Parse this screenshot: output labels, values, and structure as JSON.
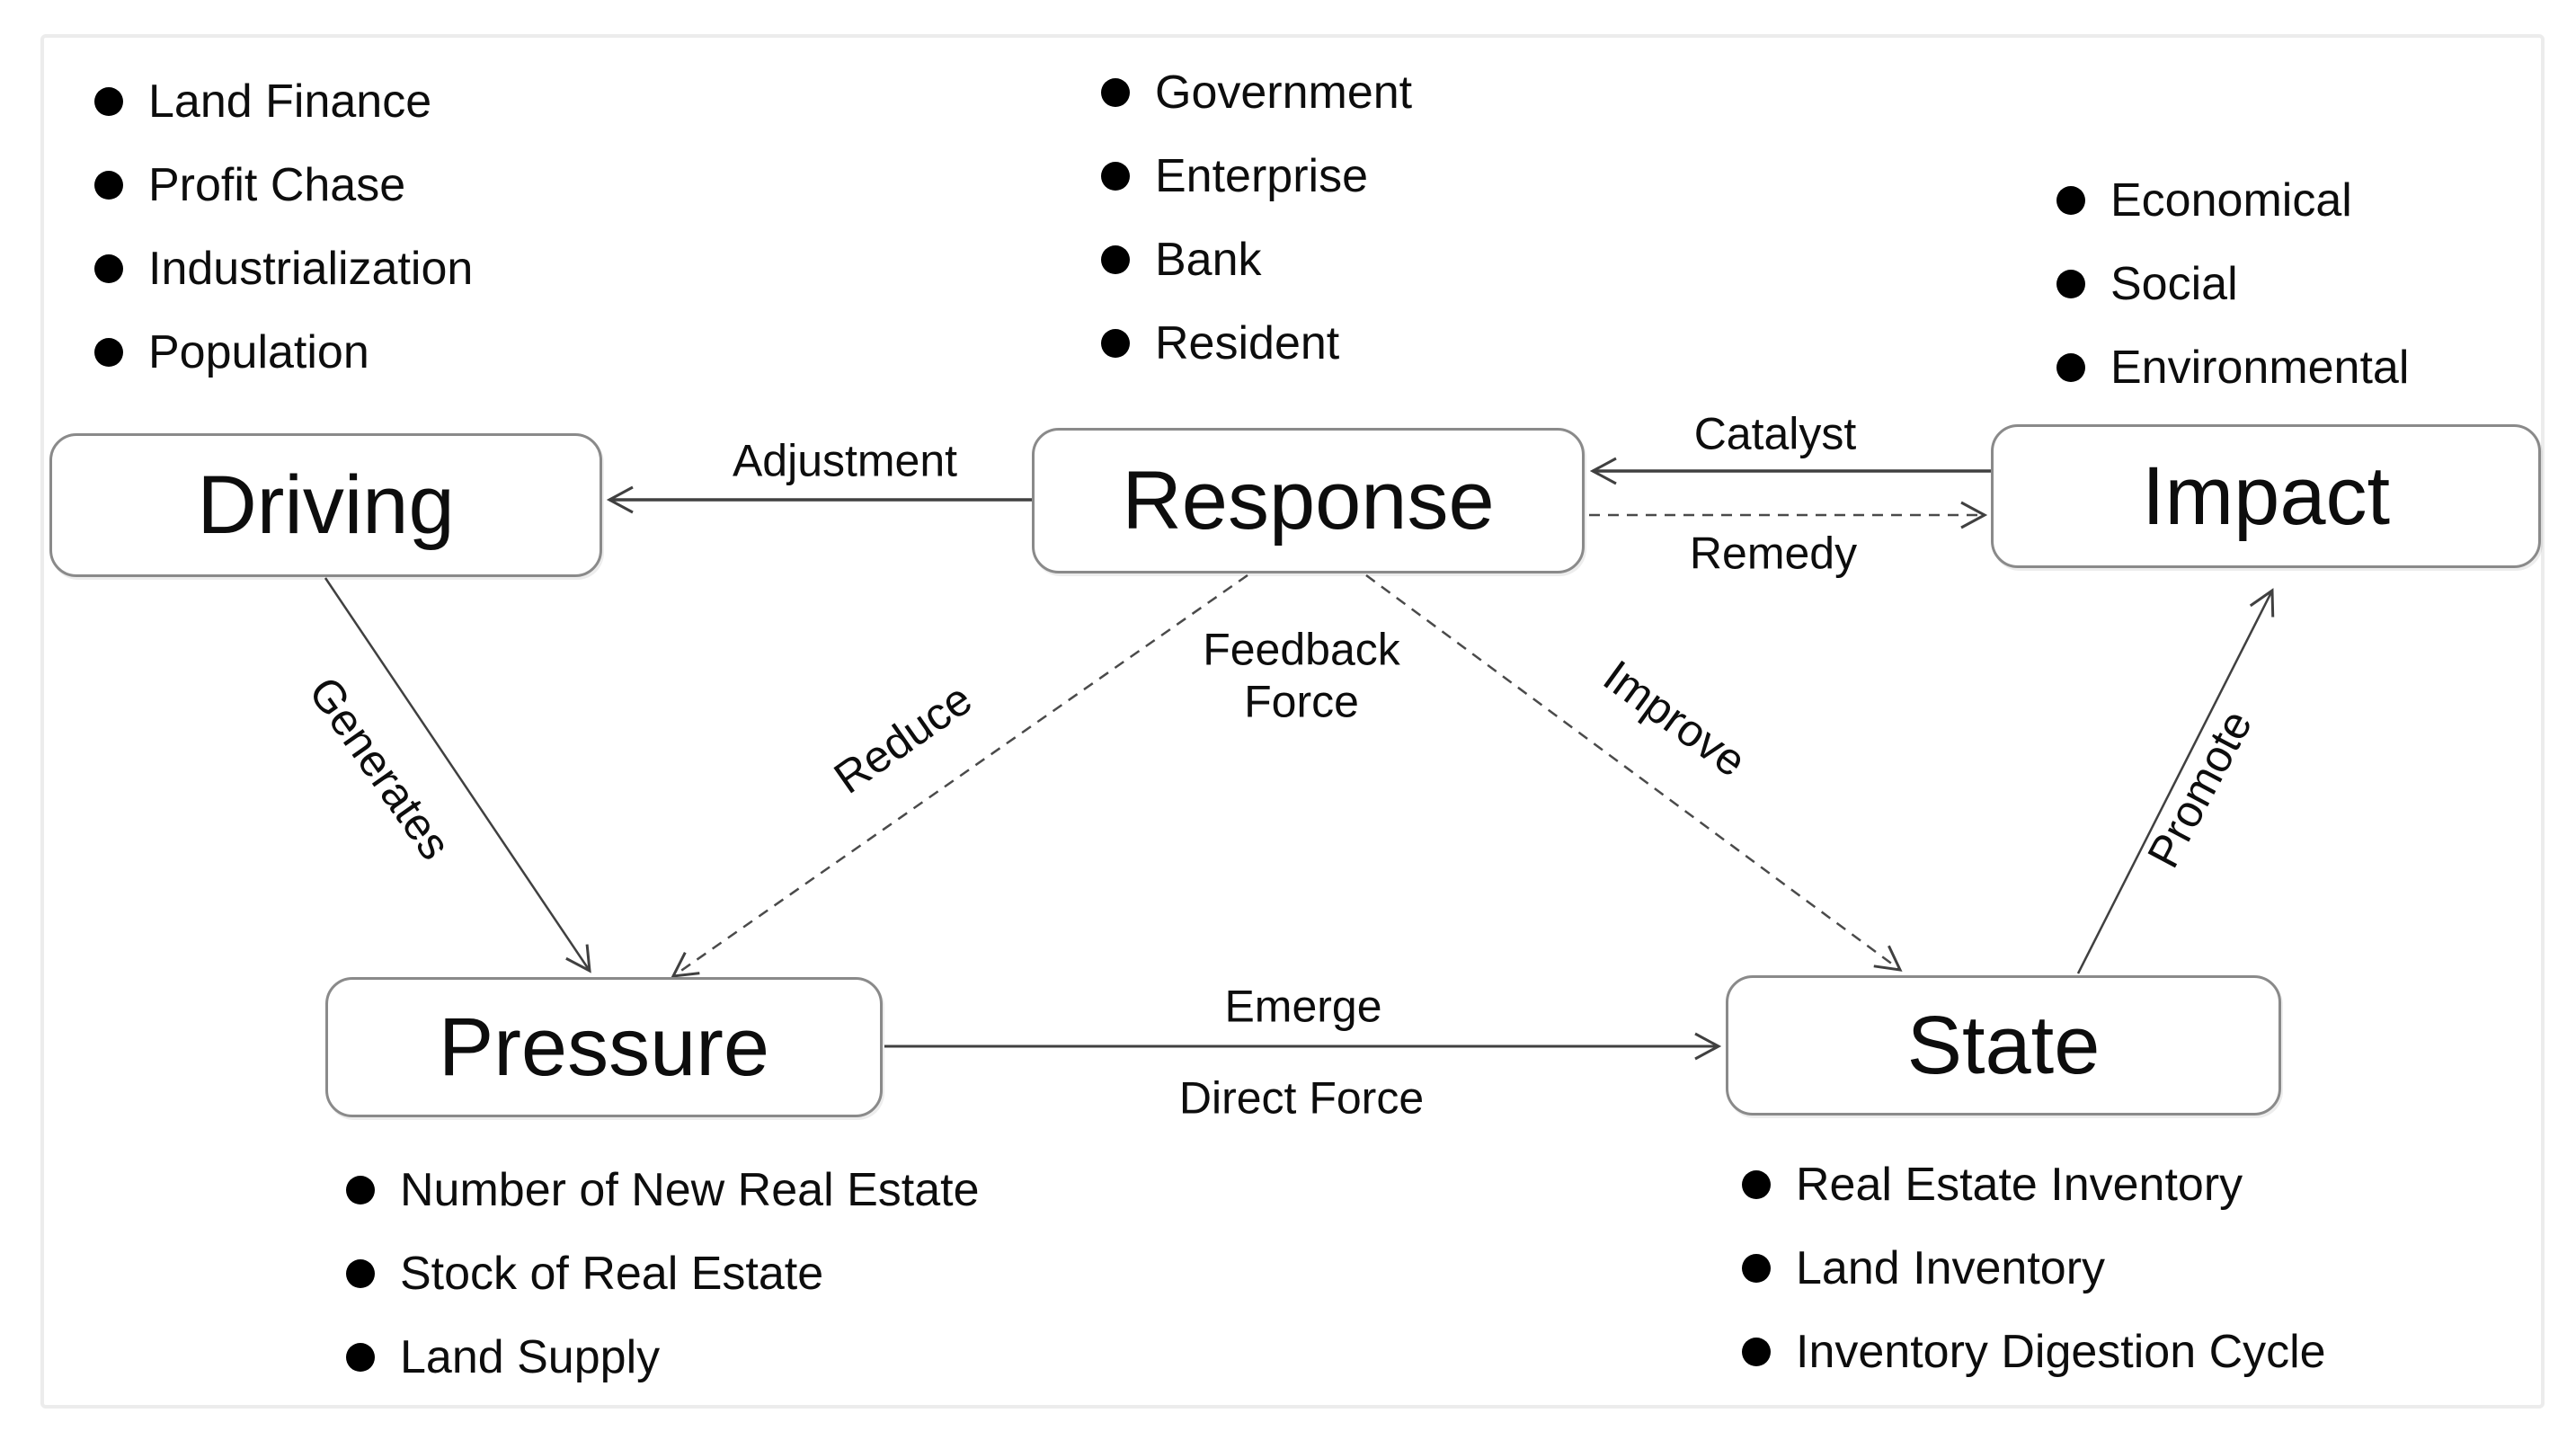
{
  "colors": {
    "background": "#ffffff",
    "frame_border": "#ececec",
    "box_border": "#8a8a8a",
    "edge_line": "#404040",
    "text": "#0d0d0d"
  },
  "boxes": {
    "driving": "Driving",
    "response": "Response",
    "impact": "Impact",
    "pressure": "Pressure",
    "state": "State"
  },
  "edges": {
    "adjustment": "Adjustment",
    "catalyst": "Catalyst",
    "remedy": "Remedy",
    "generates": "Generates",
    "reduce": "Reduce",
    "improve": "Improve",
    "promote": "Promote",
    "emerge": "Emerge",
    "direct_force": "Direct Force",
    "feedback_line1": "Feedback",
    "feedback_line2": "Force"
  },
  "lists": {
    "driving_factors": {
      "items": [
        "Land Finance",
        "Profit Chase",
        "Industrialization",
        "Population"
      ]
    },
    "response_actors": {
      "items": [
        "Government",
        "Enterprise",
        "Bank",
        "Resident"
      ]
    },
    "impact_dimensions": {
      "items": [
        "Economical",
        "Social",
        "Environmental"
      ]
    },
    "pressure_indicators": {
      "items": [
        "Number of New Real Estate",
        "Stock of Real Estate",
        "Land Supply"
      ]
    },
    "state_indicators": {
      "items": [
        "Real Estate Inventory",
        "Land Inventory",
        "Inventory Digestion Cycle"
      ]
    }
  }
}
